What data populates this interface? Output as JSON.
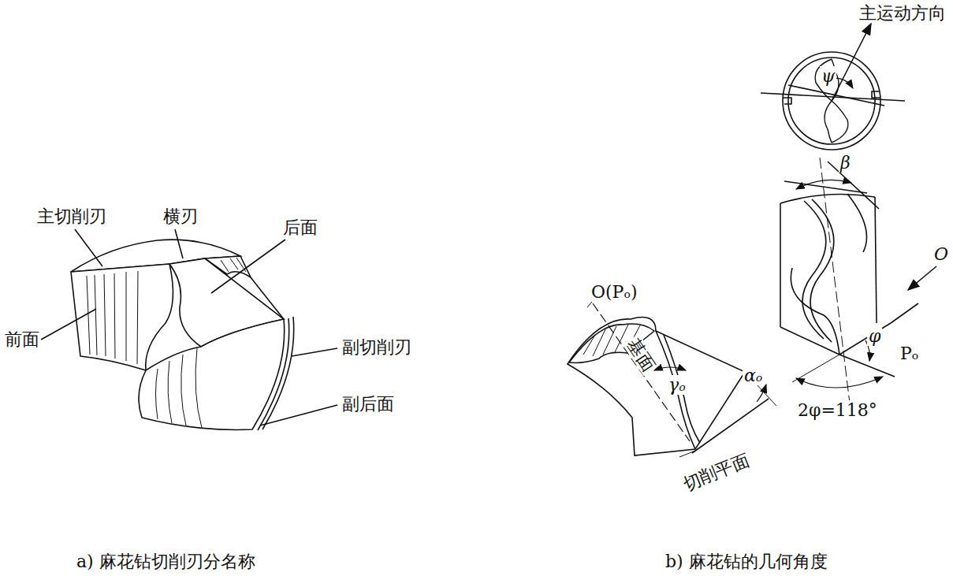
{
  "diagram": {
    "labels": [
      "主切削刃",
      "横刃",
      "后面",
      "前面",
      "副切削刃",
      "副后面",
      "主运动方向",
      "ψ",
      "β",
      "O",
      "O(Pₒ)",
      "基面",
      "γₒ",
      "αₒ",
      "Pₒ",
      "φ",
      "2φ=118°",
      "切削平面",
      "a) 麻花钻切削刃分名称",
      "b) 麻花钻的几何角度"
    ]
  }
}
